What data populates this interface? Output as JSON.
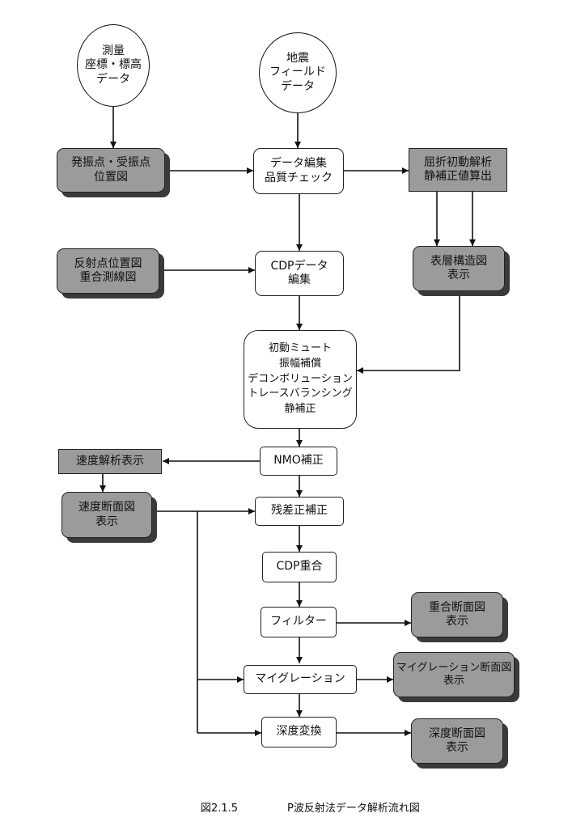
{
  "nodes": {
    "survey": "測量\n座標・標高\nデータ",
    "seismic": "地震\nフィールド\nデータ",
    "shot_map": "発振点・受振点\n位置図",
    "edit_qc": "データ編集\n品質チェック",
    "refraction": "屈折初動解析\n静補正値算出",
    "reflect_map": "反射点位置図\n重合測線図",
    "cdp_edit": "CDPデータ\n編集",
    "surface_layer": "表層構造図\n表示",
    "preprocess": "初動ミュート\n振幅補償\nデコンボリューション\nトレースバランシング\n静補正",
    "velocity_display": "速度解析表示",
    "nmo": "NMO補正",
    "velocity_section": "速度断面図\n表示",
    "residual": "残差正補正",
    "cdp_stack": "CDP重合",
    "filter": "フィルター",
    "stack_section": "重合断面図\n表示",
    "migration": "マイグレーション",
    "migration_section": "マイグレーション断面図\n表示",
    "depth_conv": "深度変換",
    "depth_section": "深度断面図\n表示"
  },
  "caption": {
    "number": "図2.1.5",
    "title": "P波反射法データ解析流れ図"
  }
}
